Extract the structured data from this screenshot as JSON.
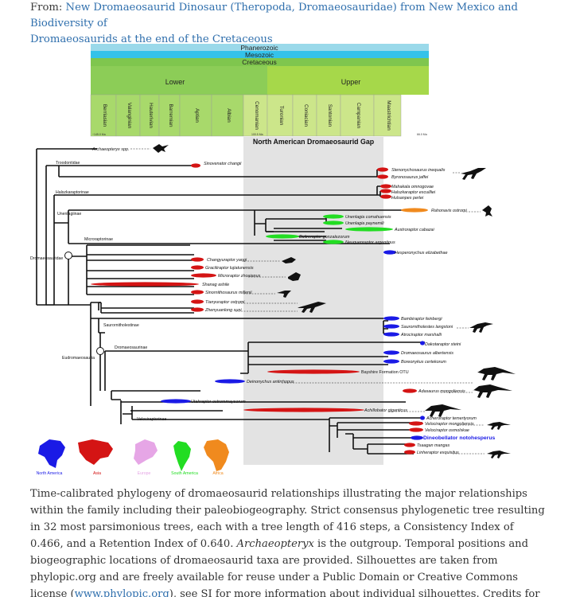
{
  "header": {
    "prefix": "From: ",
    "link_text_1": "New Dromaeosaurid Dinosaur (Theropoda, Dromaeosauridae) from New Mexico and Biodiversity of",
    "link_text_2": "Dromaeosaurids at the end of the Cretaceous"
  },
  "timescale": {
    "eon": "Phanerozoic",
    "era": "Mesozoic",
    "period": "Cretaceous",
    "lower": "Lower",
    "upper": "Upper",
    "stages": [
      "Berriasian",
      "Valanginian",
      "Hauterivian",
      "Barremian",
      "Aptian",
      "Albian",
      "Cenomanian",
      "Turonian",
      "Coniacian",
      "Santonian",
      "Campanian",
      "Maastrichtian"
    ],
    "age_left": "~145.0 Ma",
    "age_mid": "100.5 Ma",
    "age_right": "66.0 Ma",
    "colors": {
      "eon": "#9ad9ea",
      "era": "#34c2ea",
      "period": "#7fc64e",
      "lower": "#8ccd57",
      "upper": "#a6d84a",
      "stage_lower": "#a8d96b",
      "stage_upper": "#cce68a"
    }
  },
  "gap_label": "North American Dromaeosaurid Gap",
  "clades": {
    "troodontidae": "Troodontidae",
    "halszkaraptorinae": "Halszkaraptorinae",
    "unenlagiinae": "Unenlagiinae",
    "microraptorinae": "Microraptorinae",
    "dromaeosauridae": "Dromaeosauridae",
    "saurornitholestinae": "Saurornitholestinae",
    "dromaeosaurinae": "Dromaeosaurinae",
    "eudromaeosauria": "Eudromaeosauria",
    "velociraptorinae": "Velociraptorinae"
  },
  "taxa": {
    "archaeopteryx": "Archaeopteryx spp.",
    "sinovenator": "Sinovenator changii",
    "stenonychosaurus": "Stenonychosaurus inequalis",
    "byronosaurus": "Byronosaurus jaffei",
    "mahakala": "Mahakala omnogovae",
    "halszkaraptor": "Halszkaraptor escuilliei",
    "hulsanpes": "Hulsanpes perlei",
    "rahonavis": "Rahonavis ostromi",
    "unenlagia_c": "Unenlagia comahuensis",
    "unenlagia_p": "Unenlagia paynemili",
    "austroraptor": "Austroraptor cabazai",
    "buitreraptor": "Buitreraptor gonzalezorum",
    "neuquenraptor": "Neuquenraptor argentinus",
    "hesperonychus": "Hesperonychus elizabethae",
    "changyuraptor": "Changyuraptor yangi",
    "graciliraptor": "Graciliraptor lujiatunensis",
    "microraptor": "Microraptor zhoaianus",
    "shanag": "Shanag ashile",
    "sinornithosaurus": "Sinornithosaurus millenii",
    "tianyuraptor": "Tianyuraptor ostromi",
    "zhenyuanlong": "Zhenyuanlong suni",
    "bambiraptor": "Bambiraptor feinbergi",
    "saurornitholestes": "Saurornitholestes langstoni",
    "atrociraptor": "Atrociraptor marshalli",
    "dakotaraptor": "Dakotaraptor steini",
    "dromaeosaurus": "Dromaeosaurus albertensis",
    "boreonykus": "Boreonykus certekorum",
    "bayshire": "Bayshire Formation OTU",
    "deinonychus": "Deinonychus antirrhopus",
    "adasaurus": "Adasaurus mongoliensis",
    "utahraptor": "Utahraptor ostrommaysorum",
    "achillobator": "Achillobator giganticus",
    "acheroraptor": "Acheroraptor temertyorum",
    "velociraptor_m": "Velociraptor mongoliensis",
    "velociraptor_o": "Velociraptor osmolskae",
    "dineobellator": "Dineobellator notohesperus",
    "tsaagan": "Tsaagan mangas",
    "linheraptor": "Linheraptor exquisitus"
  },
  "legend": [
    {
      "label": "North America",
      "color": "#1a1ae6"
    },
    {
      "label": "Asia",
      "color": "#d41414"
    },
    {
      "label": "Europe",
      "color": "#e6a6e6"
    },
    {
      "label": "South America",
      "color": "#22dd22"
    },
    {
      "label": "Africa",
      "color": "#f08a1e"
    }
  ],
  "caption": {
    "part1": "Time-calibrated phylogeny of dromaeosaurid relationships illustrating the major relationships within the family including their paleobiogeography. Strict consensus phylogenetic tree resulting in 32 most parsimonious trees, each with a tree length of 416 steps, a Consistency Index of 0.466, and a Retention Index of 0.640. ",
    "italic": "Archaeopteryx",
    "part2": " is the outgroup. Temporal positions and biogeographic locations of dromaeosaurid taxa are provided. Silhouettes are taken from phylopic.org and are freely available for reuse under a Public Domain or Creative Commons license (",
    "link": "www.phylopic.org",
    "part3": "), see SI for more information about individual silhouettes. Credits for silhouettes and references for temporal positions and biogeographic locations provided in SI."
  }
}
